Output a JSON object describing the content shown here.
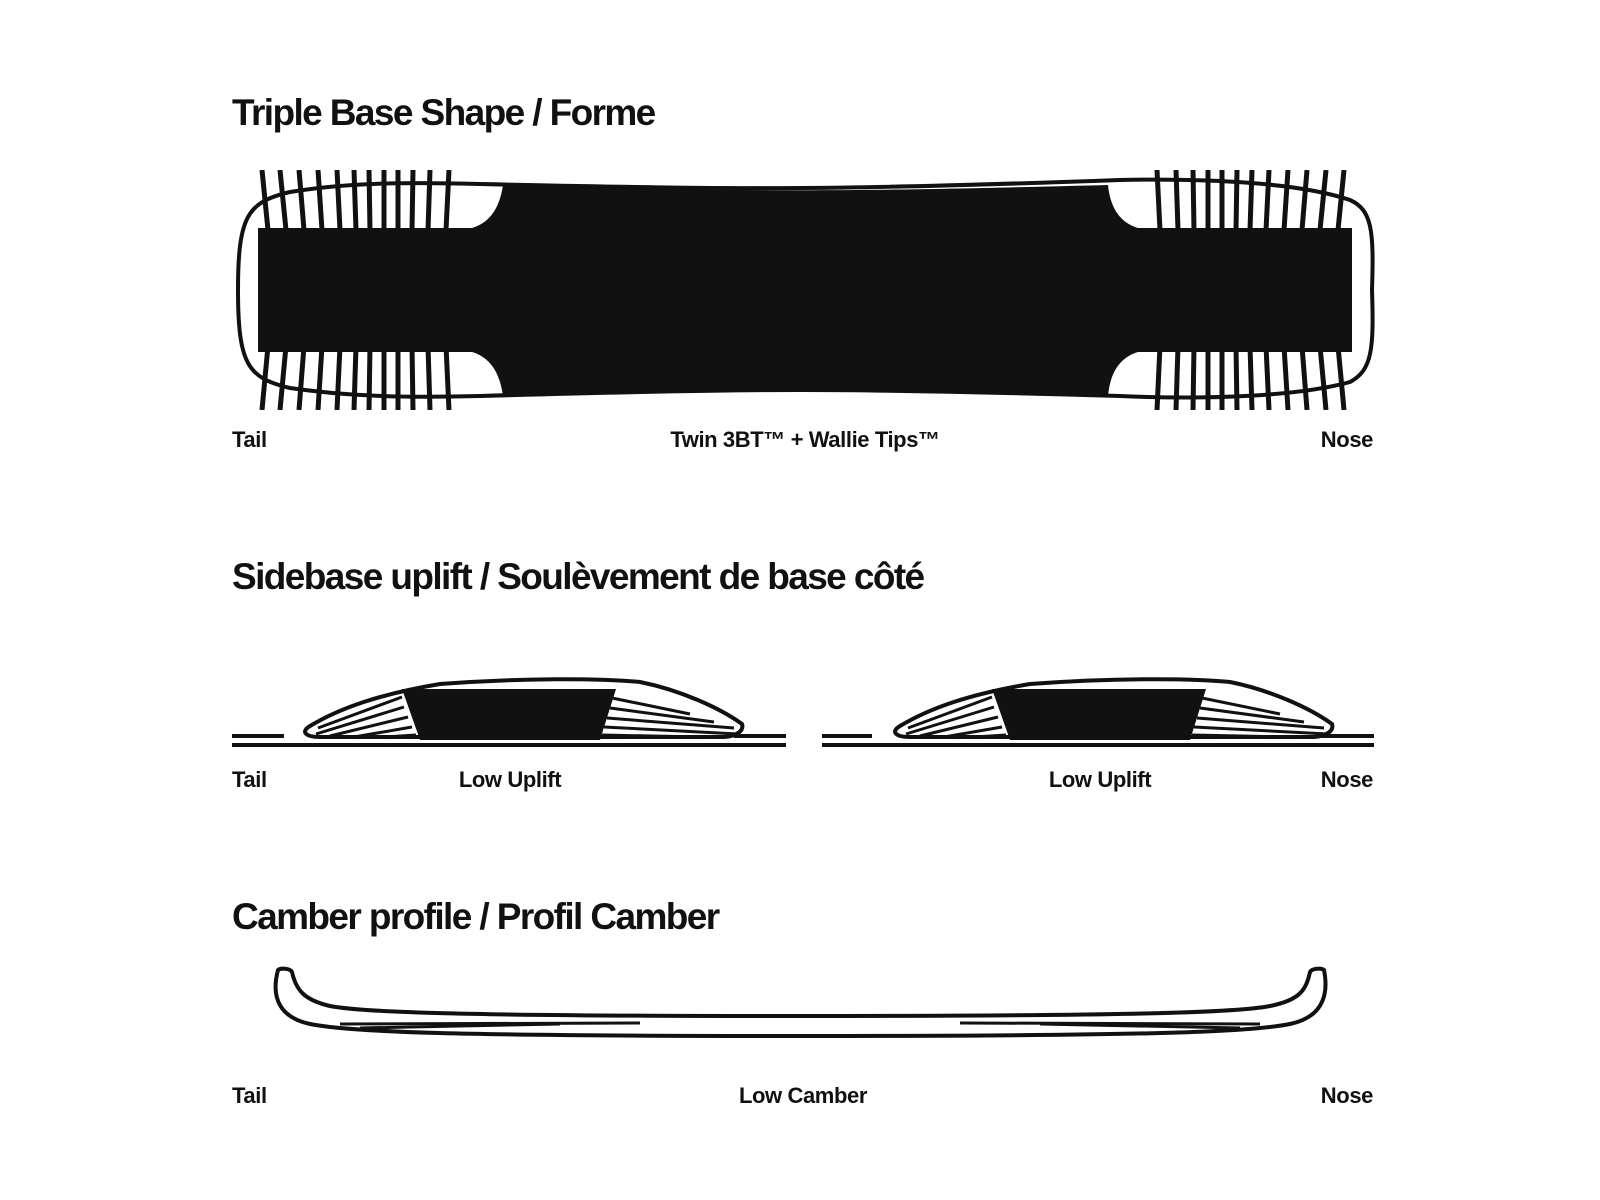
{
  "sections": {
    "base_shape": {
      "title": "Triple Base Shape / Forme",
      "label_left": "Tail",
      "label_center": "Twin 3BT™ + Wallie Tips™",
      "label_right": "Nose"
    },
    "sidebase_uplift": {
      "title": "Sidebase uplift / Soulèvement de base côté",
      "label_left": "Tail",
      "label_tail_uplift": "Low Uplift",
      "label_nose_uplift": "Low Uplift",
      "label_right": "Nose"
    },
    "camber_profile": {
      "title": "Camber profile / Profil Camber",
      "label_left": "Tail",
      "label_center": "Low Camber",
      "label_right": "Nose"
    }
  },
  "colors": {
    "ink": "#111111",
    "background": "#ffffff"
  }
}
